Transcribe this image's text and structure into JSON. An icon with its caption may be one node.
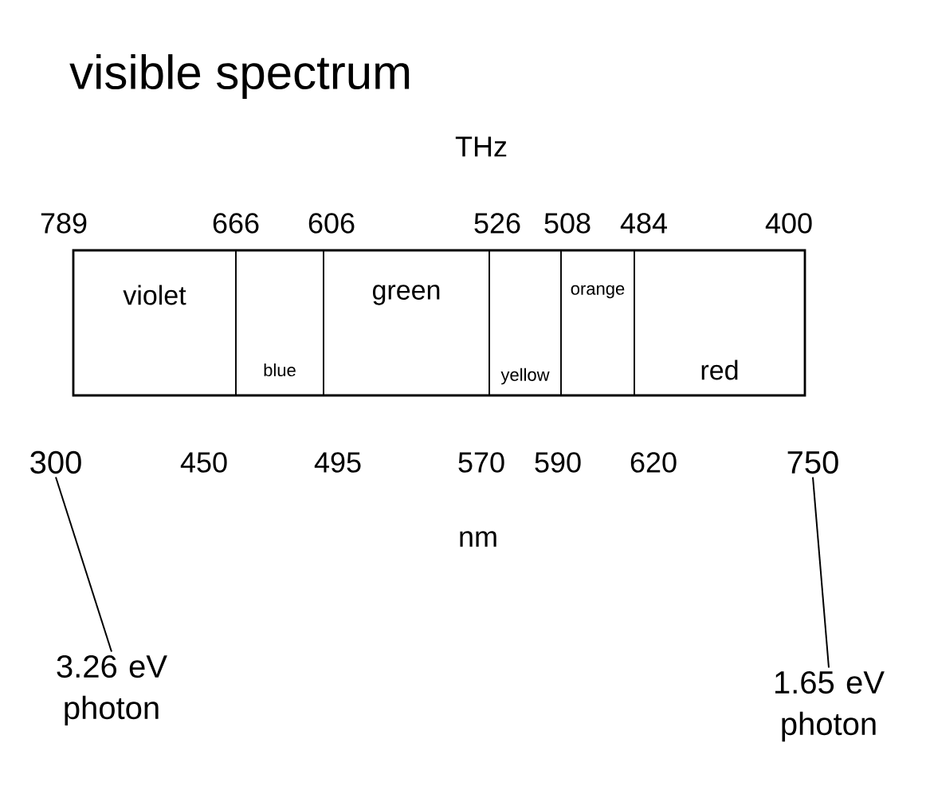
{
  "diagram": {
    "title": "visible spectrum",
    "nodes": [
      {
        "text": [],
        "shape": "box"
      },
      {
        "text": [
          "violet"
        ],
        "in": 0
      },
      {
        "text": [
          "blue"
        ],
        "in": 0
      },
      {
        "text": [
          "green"
        ],
        "in": 0
      },
      {
        "text": [
          "yellow"
        ],
        "in": 0
      },
      {
        "text": [
          "orange"
        ],
        "in": 0
      },
      {
        "text": [
          "red"
        ],
        "in": 0
      },
      {
        "text": [
          "300"
        ]
      },
      {
        "text": [
          "750"
        ]
      },
      {
        "text": [
          "3.26 eV photon"
        ]
      },
      {
        "text": [
          "1.65 eV photon"
        ]
      }
    ],
    "edges": [
      {
        "from": 7,
        "to": 9,
        "arrow": "none"
      },
      {
        "from": 8,
        "to": 10,
        "arrow": "none"
      }
    ],
    "labels": [
      "THz",
      "789",
      "666",
      "606",
      "526",
      "508",
      "484",
      "400",
      "450",
      "495",
      "570",
      "590",
      "620",
      "nm"
    ]
  }
}
